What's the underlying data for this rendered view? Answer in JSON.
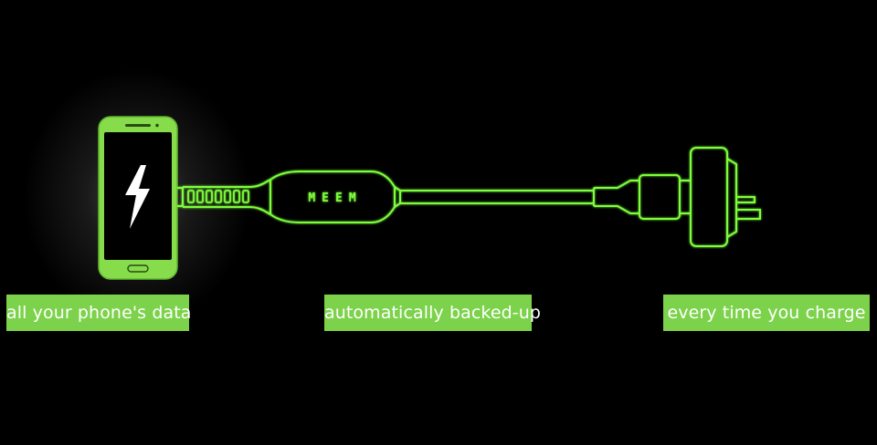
{
  "colors": {
    "background": "#000000",
    "neon_green": "#7dff3a",
    "phone_body": "#86dc4a",
    "caption_bg": "#7cd24a",
    "caption_text": "#ffffff"
  },
  "device": {
    "cable_logo": "MEEM"
  },
  "icons": {
    "charging": "lightning-bolt-icon"
  },
  "captions": [
    {
      "text": "all your phone's data"
    },
    {
      "text": "automatically backed-up"
    },
    {
      "text": "every time you charge"
    }
  ]
}
